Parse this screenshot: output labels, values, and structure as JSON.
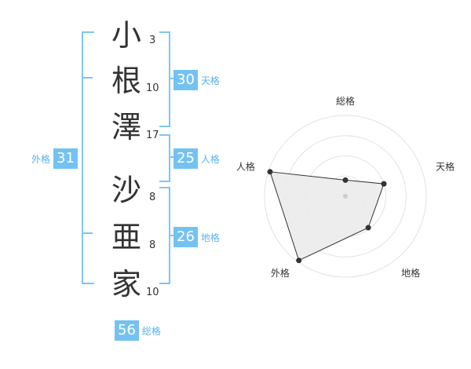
{
  "name_chars": [
    {
      "char": "小",
      "strokes": "3"
    },
    {
      "char": "根",
      "strokes": "10"
    },
    {
      "char": "澤",
      "strokes": "17"
    },
    {
      "char": "沙",
      "strokes": "8"
    },
    {
      "char": "亜",
      "strokes": "8"
    },
    {
      "char": "家",
      "strokes": "10"
    }
  ],
  "fortunes": {
    "tenkaku": {
      "value": "30",
      "label": "天格"
    },
    "jinkaku": {
      "value": "25",
      "label": "人格"
    },
    "chikaku": {
      "value": "26",
      "label": "地格"
    },
    "gaikaku": {
      "value": "31",
      "label": "外格"
    },
    "soukaku": {
      "value": "56",
      "label": "総格"
    }
  },
  "colors": {
    "accent": "#74c2f2",
    "bracket": "#7dc6f2",
    "label_text": "#5ab3e8",
    "radar_fill": "#ebebeb",
    "radar_ring": "#e2e2e2"
  },
  "chart_data": {
    "type": "radar",
    "axes": [
      "総格",
      "天格",
      "地格",
      "外格",
      "人格"
    ],
    "values": [
      0.2,
      0.5,
      0.48,
      0.98,
      0.98
    ],
    "range": [
      0,
      1
    ],
    "rings": 4,
    "grid": true
  }
}
